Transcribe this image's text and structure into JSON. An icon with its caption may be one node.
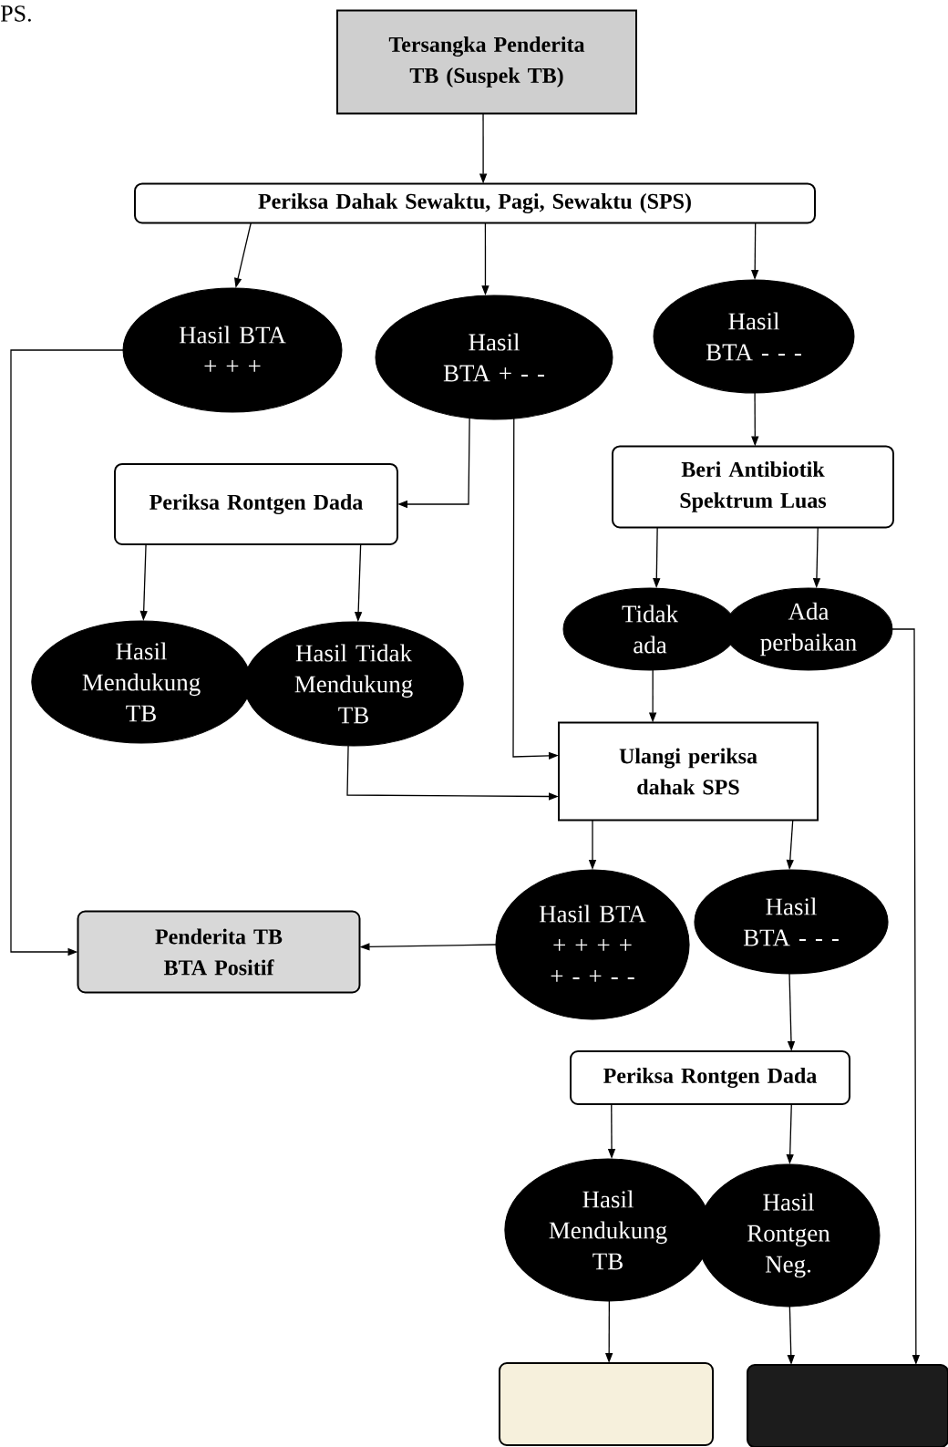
{
  "diagram": {
    "nodes": [
      {
        "text": [
          "Tersangka Penderita TB (Suspek TB)"
        ]
      },
      {
        "text": [
          "Periksa Dahak Sewaktu, Pagi, Sewaktu (SPS)"
        ]
      },
      {
        "text": [
          "Hasil BTA + + +"
        ]
      },
      {
        "text": [
          "Hasil BTA + - -"
        ]
      },
      {
        "text": [
          "Hasil BTA - - -"
        ]
      },
      {
        "text": [
          "Periksa Rontgen Dada"
        ]
      },
      {
        "text": [
          "Beri Antibiotik Spektrum Luas"
        ]
      },
      {
        "text": [
          "Hasil Mendukung TB"
        ]
      },
      {
        "text": [
          "Hasil Tidak Mendukung TB"
        ]
      },
      {
        "text": [
          "Tidak ada"
        ]
      },
      {
        "text": [
          "Ada perbaikan"
        ]
      },
      {
        "text": [
          "Ulangi periksa dahak SPS"
        ]
      },
      {
        "text": [
          "Penderita TB BTA Positif"
        ]
      },
      {
        "text": [
          "Hasil BTA + + + + + - + - -"
        ]
      },
      {
        "text": [
          "Hasil BTA - - -"
        ]
      },
      {
        "text": [
          "Periksa Rontgen Dada"
        ]
      },
      {
        "text": [
          "Hasil Mendukung TB"
        ]
      },
      {
        "text": [
          "Hasil Rontgen Neg."
        ]
      },
      {
        "text": [],
        "shape": "box"
      },
      {
        "text": [],
        "shape": "box"
      }
    ],
    "edges": [
      {
        "from": 0,
        "to": 1,
        "arrow": "to"
      },
      {
        "from": 1,
        "to": 2,
        "arrow": "to"
      },
      {
        "from": 1,
        "to": 3,
        "arrow": "to"
      },
      {
        "from": 1,
        "to": 4,
        "arrow": "to"
      },
      {
        "from": 2,
        "to": 12,
        "arrow": "to"
      },
      {
        "from": 3,
        "to": 5,
        "arrow": "to"
      },
      {
        "from": 3,
        "to": 11,
        "arrow": "to"
      },
      {
        "from": 4,
        "to": 6,
        "arrow": "to"
      },
      {
        "from": 5,
        "to": 7,
        "arrow": "to"
      },
      {
        "from": 5,
        "to": 8,
        "arrow": "to"
      },
      {
        "from": 6,
        "to": 9,
        "arrow": "to"
      },
      {
        "from": 6,
        "to": 10,
        "arrow": "to"
      },
      {
        "from": 9,
        "to": 11,
        "arrow": "to"
      },
      {
        "from": 8,
        "to": 11,
        "arrow": "to"
      },
      {
        "from": 10,
        "to": 19,
        "arrow": "to"
      },
      {
        "from": 11,
        "to": 13,
        "arrow": "to"
      },
      {
        "from": 11,
        "to": 14,
        "arrow": "to"
      },
      {
        "from": 13,
        "to": 12,
        "arrow": "to"
      },
      {
        "from": 14,
        "to": 15,
        "arrow": "to"
      },
      {
        "from": 15,
        "to": 16,
        "arrow": "to"
      },
      {
        "from": 15,
        "to": 17,
        "arrow": "to"
      },
      {
        "from": 16,
        "to": 18,
        "arrow": "to"
      },
      {
        "from": 17,
        "to": 19,
        "arrow": "to"
      }
    ],
    "labels": [
      "PS."
    ]
  }
}
